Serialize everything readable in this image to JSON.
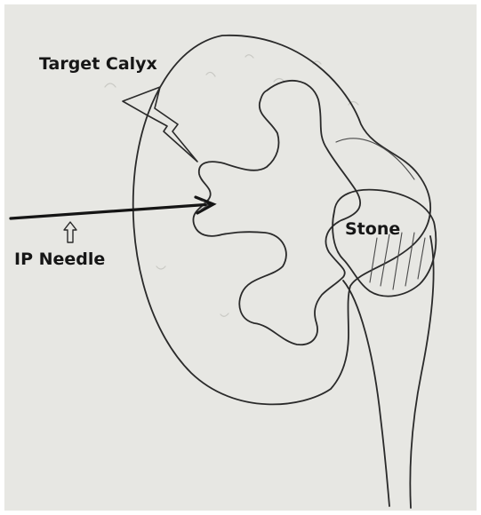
{
  "labels": {
    "target_calyx": "Target Calyx",
    "ip_needle": "IP Needle",
    "stone": "Stone"
  },
  "colors": {
    "paper": "#e7e7e3",
    "ink": "#2a2a2a"
  }
}
